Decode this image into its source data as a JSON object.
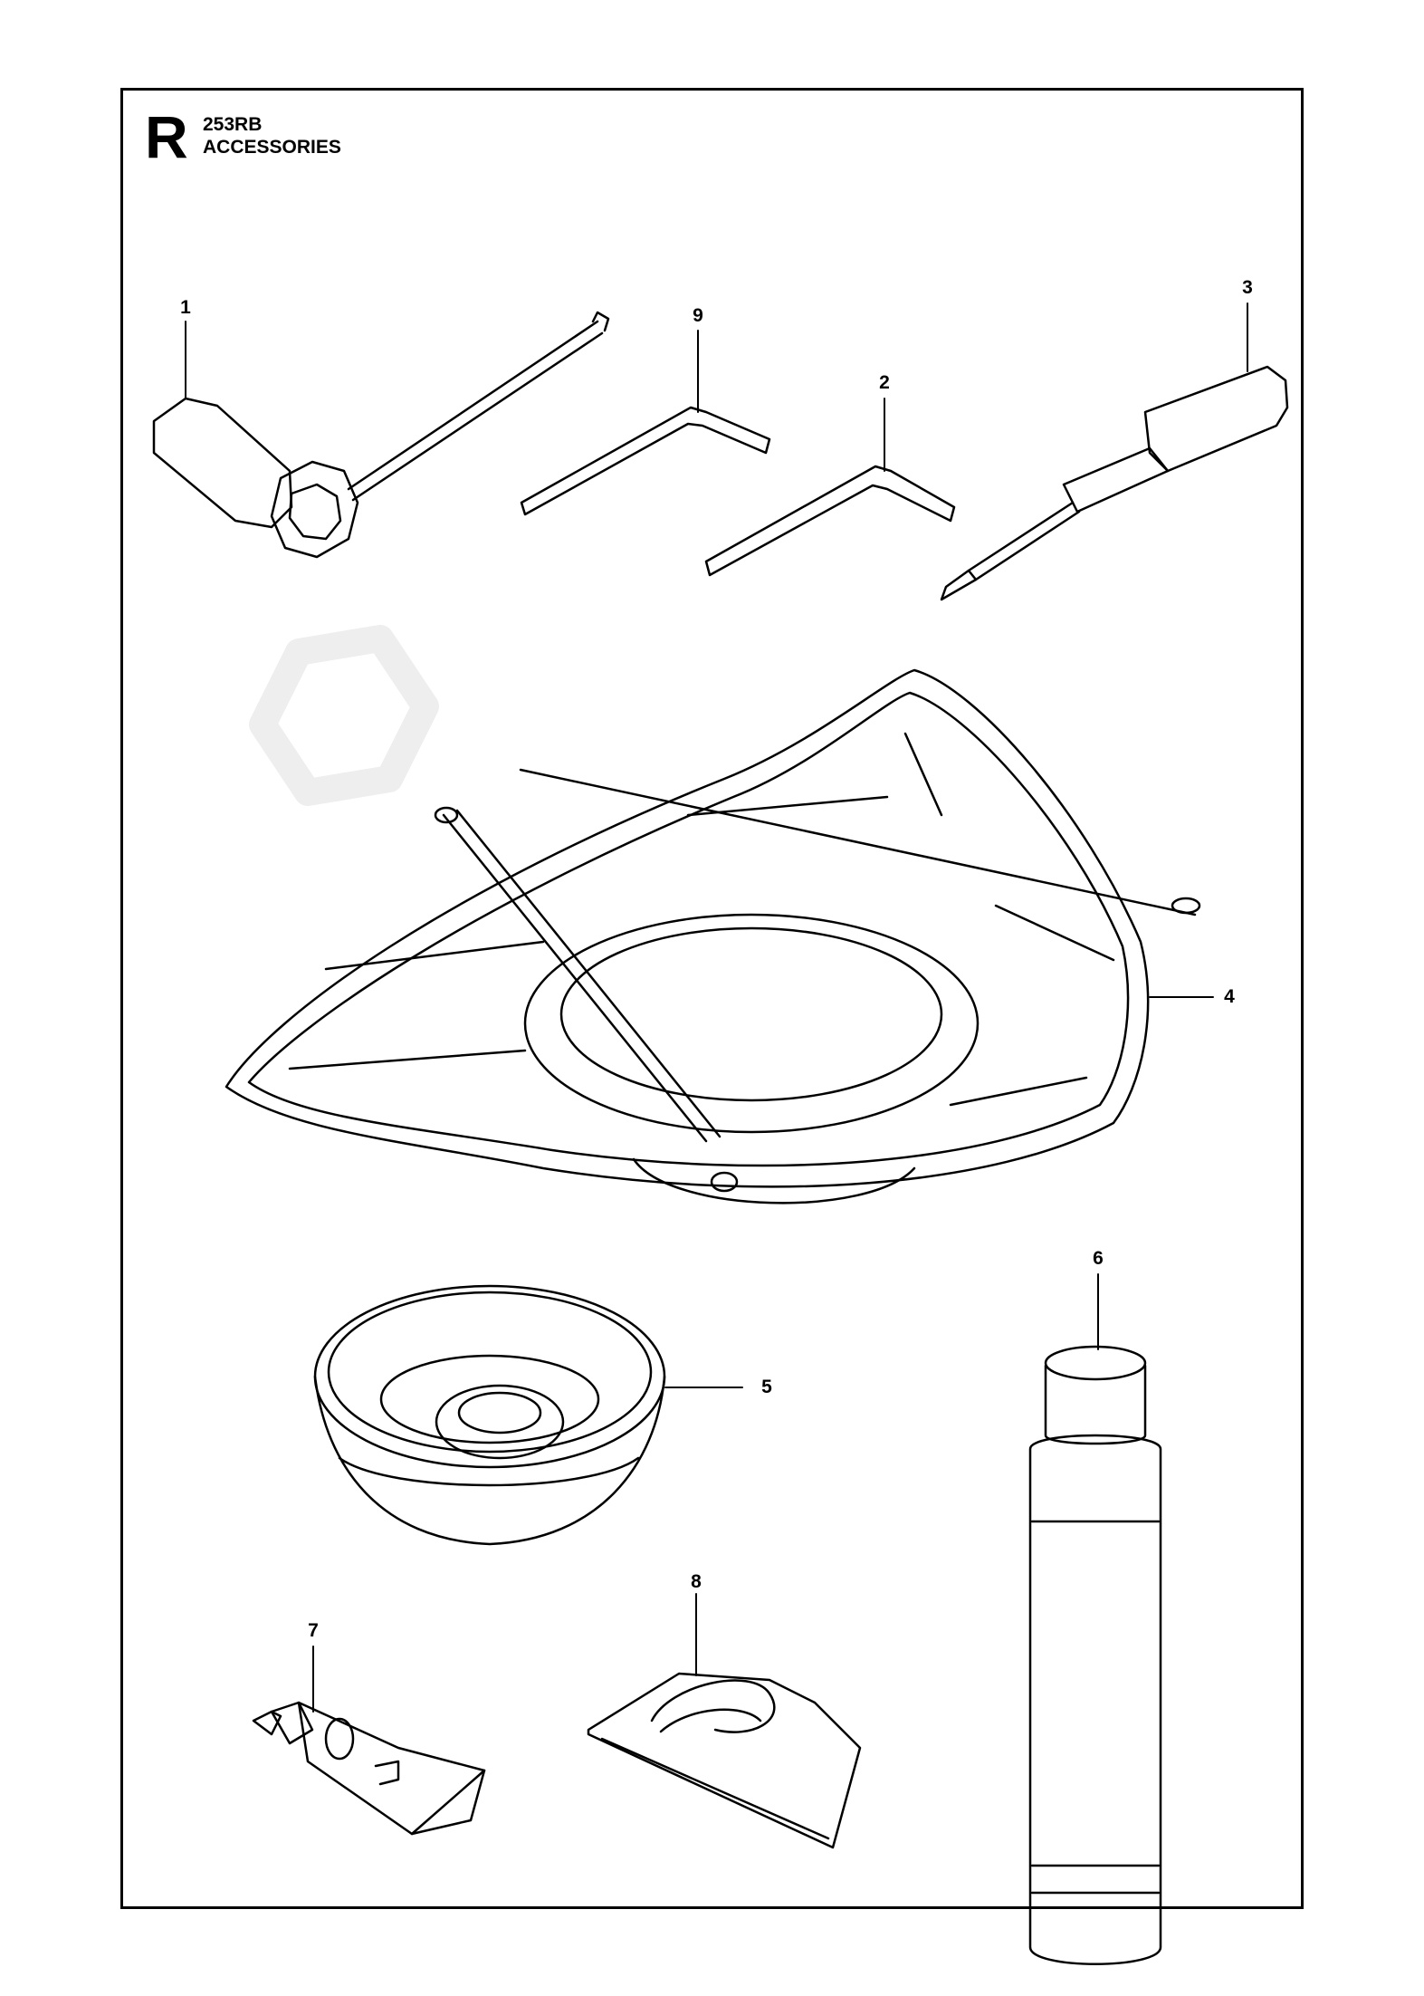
{
  "header": {
    "letter": "R",
    "model": "253RB",
    "section": "ACCESSORIES"
  },
  "callouts": [
    "1",
    "2",
    "3",
    "4",
    "5",
    "6",
    "7",
    "8",
    "9"
  ],
  "colors": {
    "ink": "#000000",
    "watermark": "#eeeeee"
  }
}
